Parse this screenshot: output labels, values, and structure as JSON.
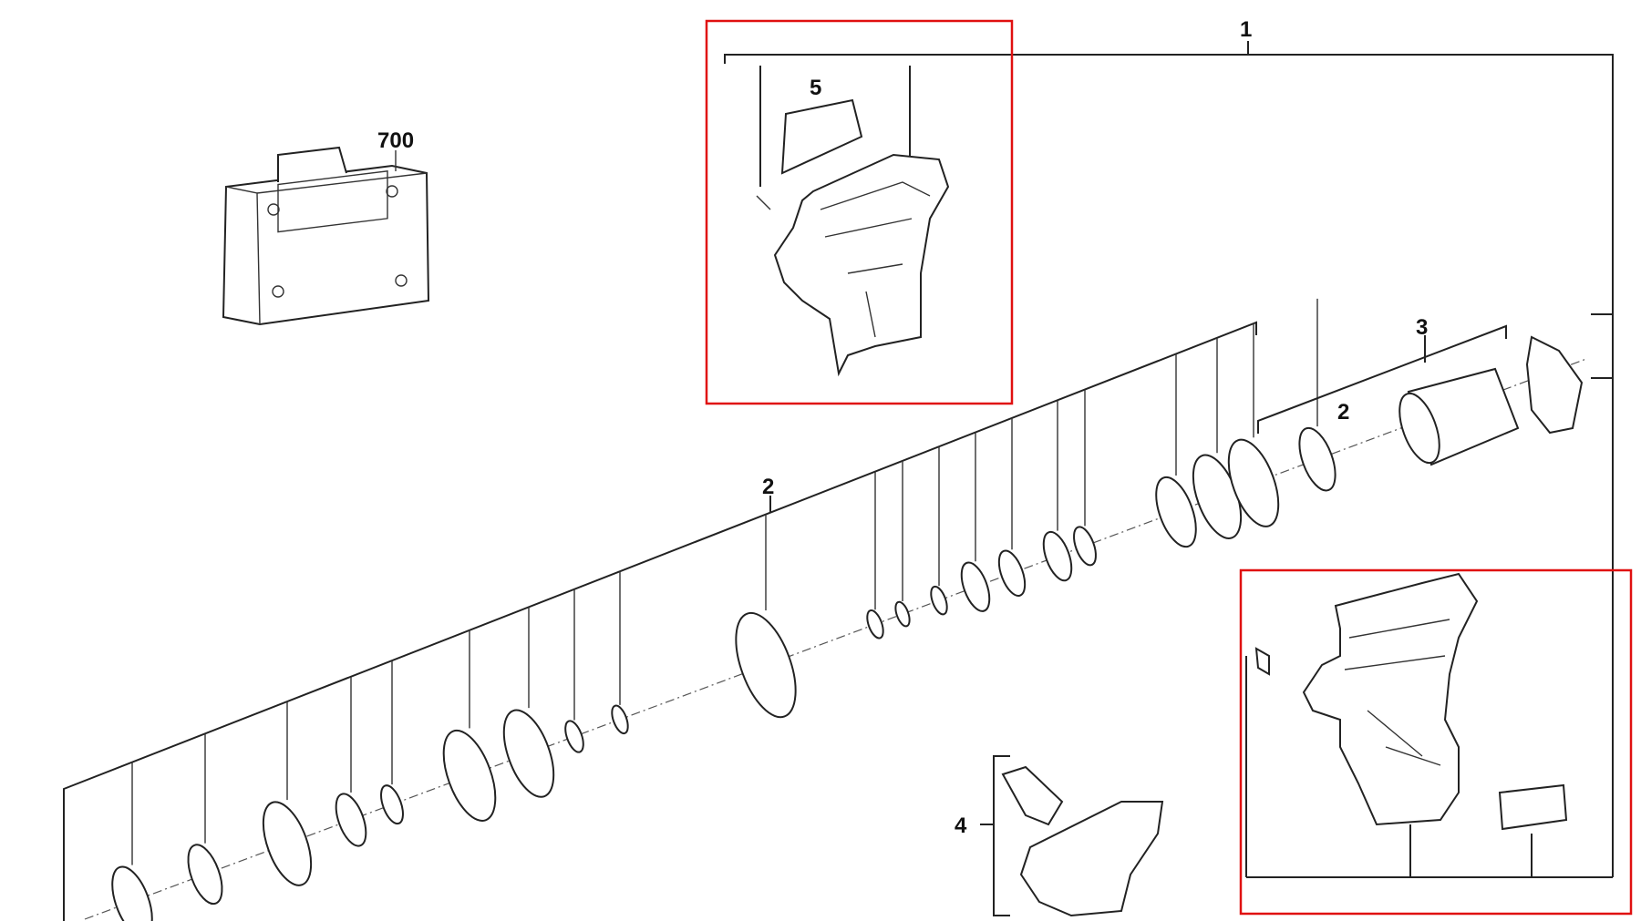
{
  "diagram": {
    "type": "exploded-parts-diagram",
    "labels": {
      "assembly_1": "1",
      "case_700": "700",
      "label_plate_5": "5",
      "gearbox_2_main": "2",
      "gearbox_2_motor": "2",
      "motor_3": "3",
      "switch_4": "4"
    },
    "highlights": [
      {
        "name": "housing-half-top",
        "color": "#e01010"
      },
      {
        "name": "housing-half-handle",
        "color": "#e01010"
      }
    ]
  }
}
